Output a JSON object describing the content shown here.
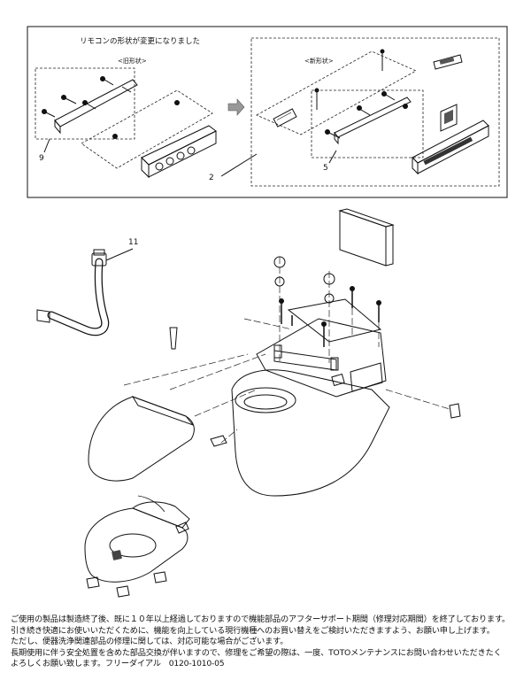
{
  "inset": {
    "heading": "リモコンの形状が変更になりました",
    "old_label": "<旧形状>",
    "new_label": "<新形状>"
  },
  "callouts": {
    "old_bracket": "9",
    "remote_assembly": "2",
    "new_bracket": "5",
    "hose": "11"
  },
  "notice": {
    "lines": [
      "ご使用の製品は製造終了後、既に１０年以上経過しておりますので機能部品のアフターサポート期間（修理対応期間）を終了しております。",
      "引き続き快適にお使いいただくために、機能を向上している現行機種へのお買い替えをご検討いただきますよう、お願い申し上げます。",
      "ただし、便器洗浄関連部品の修理に関しては、対応可能な場合がございます。",
      "長期使用に伴う安全処置を含めた部品交換が伴いますので、修理をご希望の際は、一度、TOTOメンテナンスにお問い合わせいただきたく",
      "よろしくお願い致します。フリーダイアル　0120-1010-05"
    ]
  }
}
